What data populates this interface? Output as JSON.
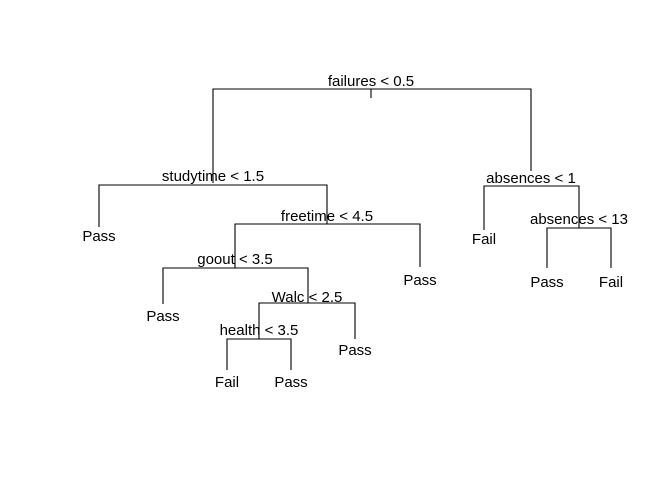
{
  "tree": {
    "root_split": "failures < 0.5",
    "studytime_split": "studytime < 1.5",
    "studytime_left_leaf": "Pass",
    "freetime_split": "freetime < 4.5",
    "freetime_right_leaf": "Pass",
    "goout_split": "goout < 3.5",
    "goout_left_leaf": "Pass",
    "walc_split": "Walc < 2.5",
    "walc_right_leaf": "Pass",
    "health_split": "health < 3.5",
    "health_left_leaf": "Fail",
    "health_right_leaf": "Pass",
    "absences1_split": "absences < 1",
    "absences1_left_leaf": "Fail",
    "absences13_split": "absences < 13",
    "absences13_left_leaf": "Pass",
    "absences13_right_leaf": "Fail"
  }
}
